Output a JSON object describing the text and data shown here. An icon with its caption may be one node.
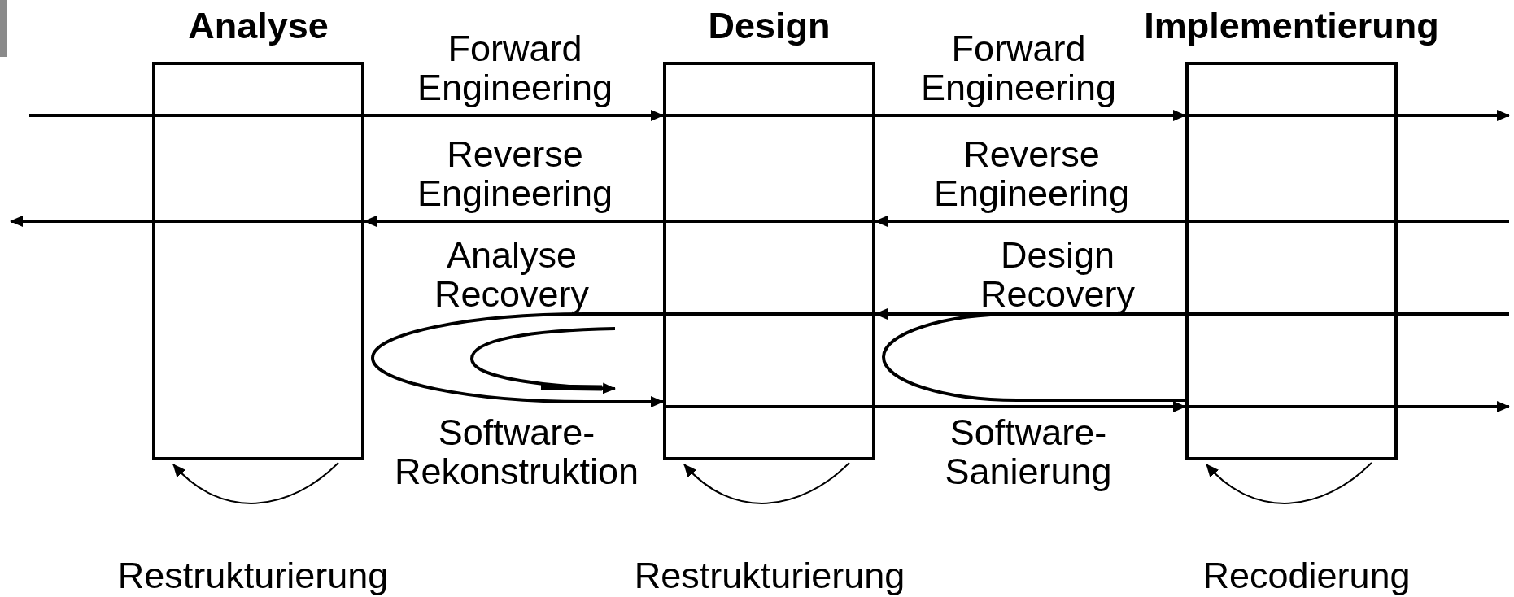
{
  "diagram": {
    "nodes": [
      {
        "text": [
          "Analyse"
        ]
      },
      {
        "text": [
          "Design"
        ]
      },
      {
        "text": [
          "Implementierung"
        ]
      }
    ],
    "edges": [
      {
        "from": null,
        "to": 1,
        "arrow": "to",
        "label": "Forward Engineering"
      },
      {
        "from": 1,
        "to": 2,
        "arrow": "to",
        "label": "Forward Engineering"
      },
      {
        "from": 2,
        "to": null,
        "arrow": "to"
      },
      {
        "from": null,
        "to": 1,
        "arrow": "to",
        "label": "Reverse Engineering"
      },
      {
        "from": 1,
        "to": 0,
        "arrow": "to",
        "label": "Reverse Engineering"
      },
      {
        "from": 0,
        "to": null,
        "arrow": "to"
      },
      {
        "from": null,
        "to": 1,
        "arrow": "to",
        "label": "Design Recovery"
      },
      {
        "from": 2,
        "to": 2,
        "arrow": "none"
      },
      {
        "from": 1,
        "to": 1,
        "arrow": "to",
        "label": "Analyse Recovery"
      },
      {
        "from": 1,
        "to": 2,
        "arrow": "to",
        "label": "Software-Sanierung"
      },
      {
        "from": 2,
        "to": null,
        "arrow": "to"
      },
      {
        "from": 0,
        "to": 0,
        "arrow": "to",
        "label": "Restrukturierung"
      },
      {
        "from": 1,
        "to": 1,
        "arrow": "to",
        "label": "Restrukturierung"
      },
      {
        "from": 2,
        "to": 2,
        "arrow": "to",
        "label": "Recodierung"
      }
    ],
    "labels": [
      "Software-Rekonstruktion"
    ]
  }
}
